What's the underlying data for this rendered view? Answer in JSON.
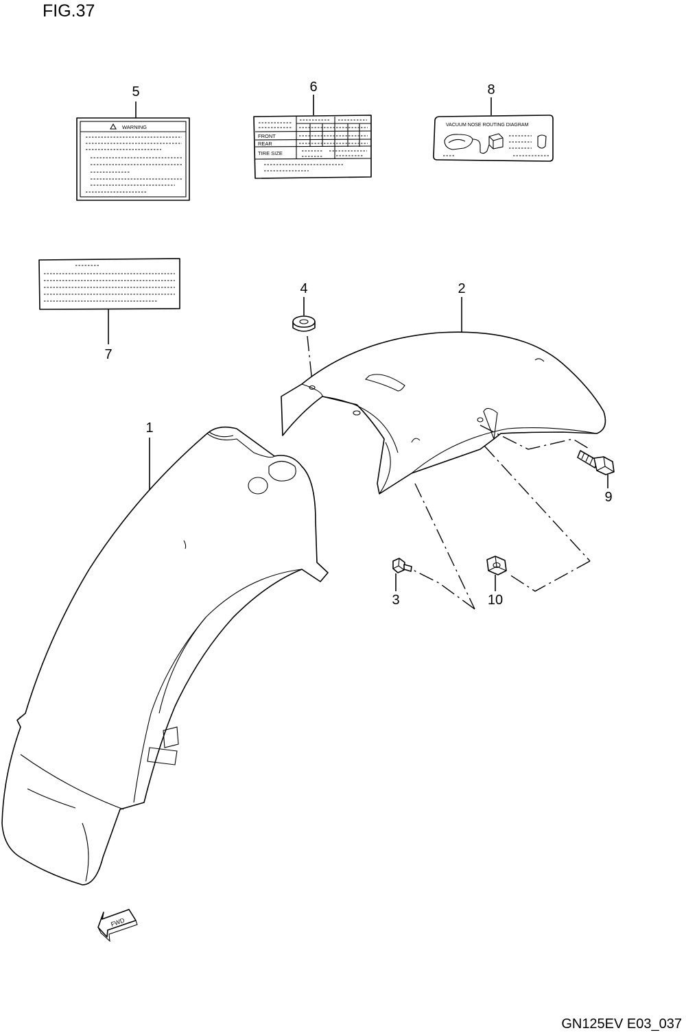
{
  "figure": {
    "title": "FIG.37",
    "code": "GN125EV E03_037"
  },
  "callouts": {
    "c1": "1",
    "c2": "2",
    "c3": "3",
    "c4": "4",
    "c5": "5",
    "c6": "6",
    "c7": "7",
    "c8": "8",
    "c9": "9",
    "c10": "10"
  },
  "labels": {
    "warning": "WARNING",
    "tire_front": "FRONT",
    "tire_rear": "REAR",
    "tire_size": "TIRE SIZE",
    "vacuum_title": "VACUUM NOSE ROUTING DIAGRAM",
    "fwd": "FWD"
  }
}
